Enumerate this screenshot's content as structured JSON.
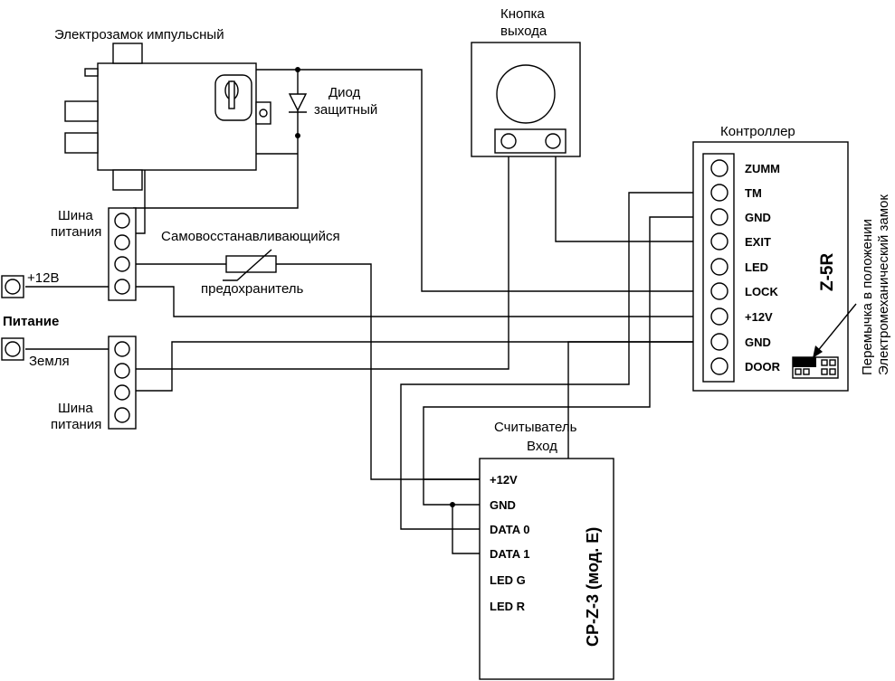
{
  "lock": {
    "title": "Электрозамок импульсный"
  },
  "diode": {
    "line1": "Диод",
    "line2": "защитный"
  },
  "exit_button": {
    "line1": "Кнопка",
    "line2": "выхода"
  },
  "controller": {
    "title": "Контроллер",
    "model": "Z-5R",
    "pins": [
      "ZUMM",
      "TM",
      "GND",
      "EXIT",
      "LED",
      "LOCK",
      "+12V",
      "GND",
      "DOOR"
    ],
    "jumper_note_line1": "Перемычка в положении",
    "jumper_note_line2": "Электромеханический замок"
  },
  "bus_top": {
    "line1": "Шина",
    "line2": "питания"
  },
  "bus_bottom": {
    "line1": "Шина",
    "line2": "питания"
  },
  "fuse": {
    "line1": "Самовосстанавливающийся",
    "line2": "предохранитель"
  },
  "power": {
    "title": "Питание",
    "plus_label": "+12В",
    "ground_label": "Земля"
  },
  "reader": {
    "title_line1": "Считыватель",
    "title_line2": "Вход",
    "model": "CP-Z-3 (мод. E)",
    "pins": [
      "+12V",
      "GND",
      "DATA 0",
      "DATA 1",
      "LED G",
      "LED R"
    ]
  }
}
